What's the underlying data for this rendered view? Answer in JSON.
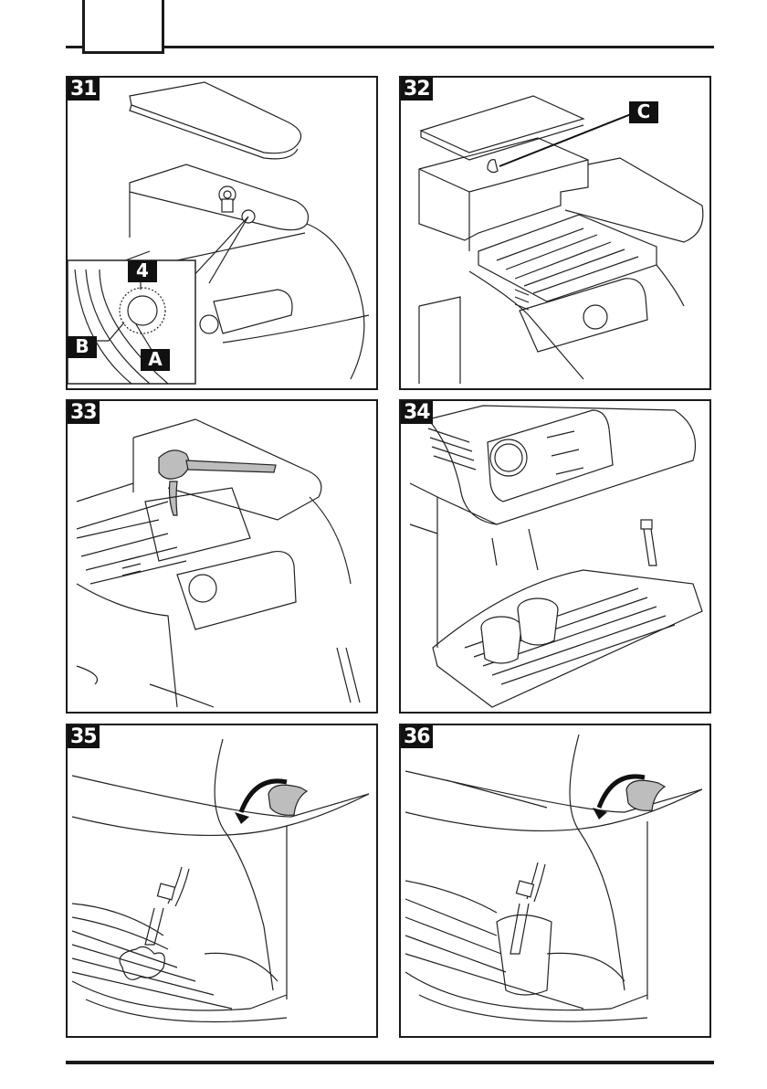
{
  "page": {
    "header_box_label": "",
    "figures": [
      {
        "number": "31",
        "callouts": [
          "4",
          "B",
          "A"
        ],
        "description": "Coffee grinder lid removed; grinding adjustment knob with detail inset"
      },
      {
        "number": "32",
        "callouts": [
          "C"
        ],
        "description": "Water tank lifted out; part C indicated"
      },
      {
        "number": "33",
        "callouts": [],
        "description": "Pouring pre-ground coffee with measuring scoop into chute"
      },
      {
        "number": "34",
        "callouts": [],
        "description": "Two cups placed under coffee dispenser on drip tray"
      },
      {
        "number": "35",
        "callouts": [],
        "description": "Steam knob turned; steam wand releasing steam"
      },
      {
        "number": "36",
        "callouts": [],
        "description": "Steam knob turned; steam wand immersed in container"
      }
    ]
  }
}
